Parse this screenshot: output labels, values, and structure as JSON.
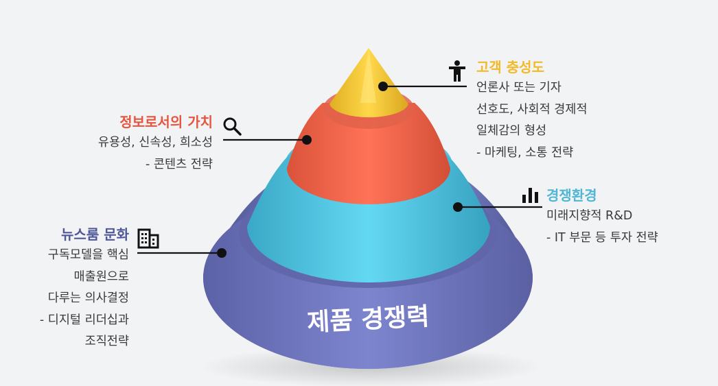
{
  "colors": {
    "background": "#f2f3f4",
    "tier_top": "#f3c63a",
    "tier_second": "#ee6a4e",
    "tier_third": "#58c9e4",
    "tier_base": "#6d74b9",
    "heading_top": "#f2b929",
    "heading_second": "#e5553f",
    "heading_third": "#4fb6d6",
    "heading_base": "#50579a",
    "body_text": "#3a3a3a",
    "leader_line": "#111111"
  },
  "base_label": "제품 경쟁력",
  "customer_loyalty": {
    "heading": "고객 충성도",
    "icon": "person-icon",
    "lines": [
      "언론사 또는 기자",
      "선호도, 사회적 경제적",
      "일체감의 형성",
      "- 마케팅, 소통 전략"
    ]
  },
  "information_value": {
    "heading": "정보로서의 가치",
    "icon": "search-icon",
    "lines": [
      "유용성, 신속성, 희소성",
      "- 콘텐츠 전략"
    ]
  },
  "competitive_environment": {
    "heading": "경쟁환경",
    "icon": "bar-chart-icon",
    "lines": [
      "미래지향적 R&D",
      "- IT 부문 등 투자 전략"
    ]
  },
  "newsroom_culture": {
    "heading": "뉴스룸 문화",
    "icon": "building-icon",
    "lines": [
      "구독모델을 핵심",
      "매출원으로",
      "다루는 의사결정",
      "- 디지털 리더십과",
      "조직전략"
    ]
  }
}
